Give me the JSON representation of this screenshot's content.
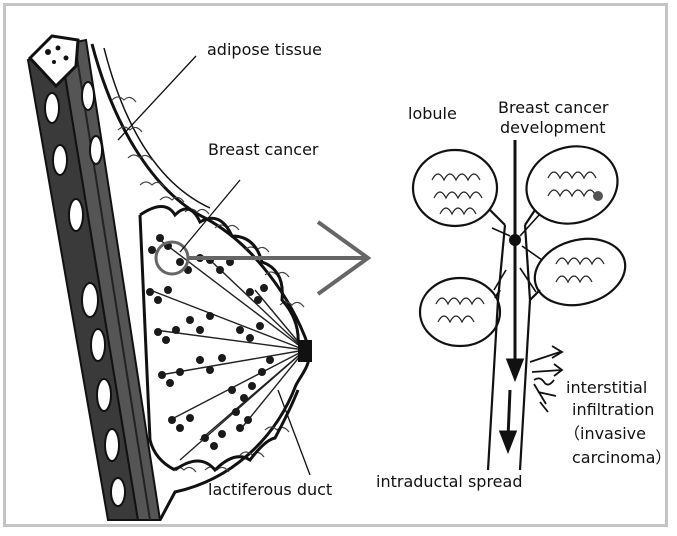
{
  "labels": {
    "adipose_tissue": "adipose tissue",
    "breast_cancer": "Breast cancer",
    "lactiferous_duct": "lactiferous duct",
    "lobule": "lobule",
    "development_line1": "Breast cancer",
    "development_line2": "development",
    "interstitial_line1": "interstitial",
    "interstitial_line2": "infiltration",
    "interstitial_line3": "（invasive",
    "interstitial_line4": "carcinoma）",
    "intraductal_spread": "intraductal spread"
  }
}
